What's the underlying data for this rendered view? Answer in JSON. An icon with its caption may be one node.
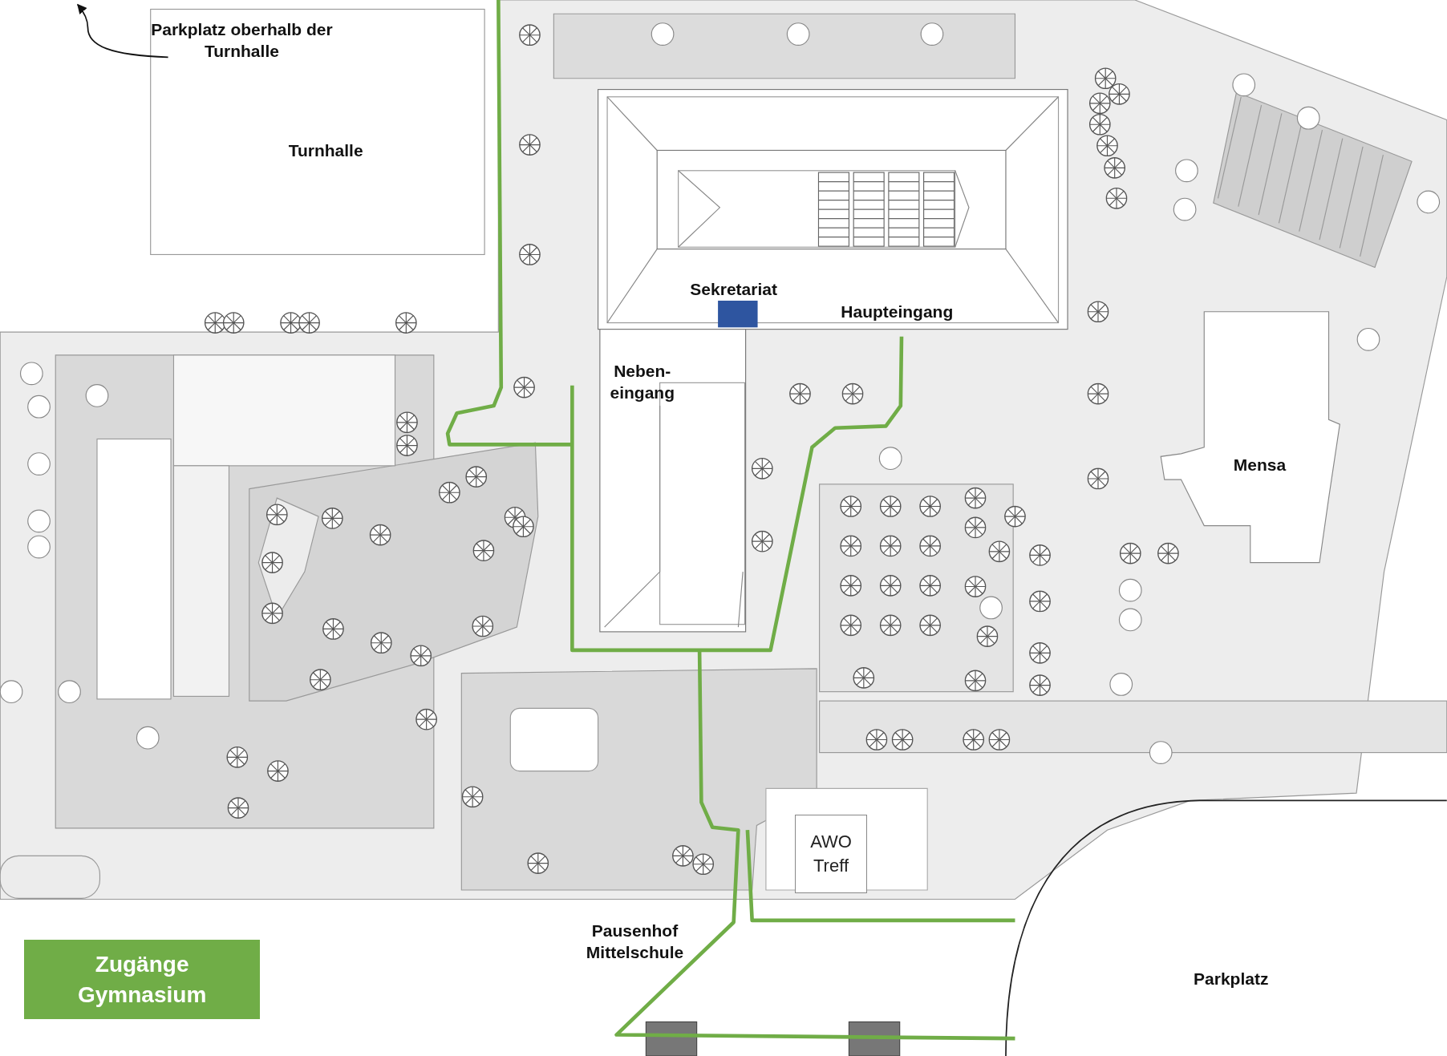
{
  "diagram": {
    "nodes": [
      {
        "text": [
          "AWO Treff"
        ]
      }
    ],
    "labels": [
      "Parkplatz oberhalb der Turnhalle",
      "Turnhalle",
      "Sekretariat",
      "Haupteingang",
      "Neben- eingang",
      "Mensa",
      "Pausenhof Mittelschule",
      "Parkplatz"
    ],
    "legend": [
      {
        "text": "Zugänge Gymnasium",
        "color": "#70ad47"
      }
    ]
  }
}
